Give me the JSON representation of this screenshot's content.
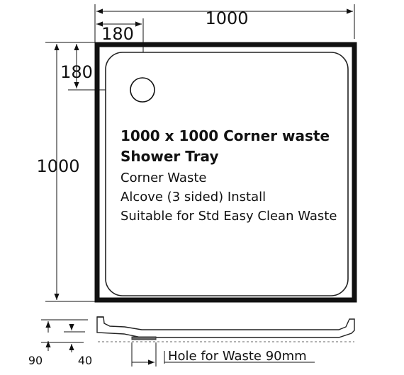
{
  "dimensions": {
    "top_width": "1000",
    "top_offset": "180",
    "left_offset": "180",
    "left_height": "1000",
    "side_depth": "90",
    "side_tray": "40",
    "hole_label": "Hole for Waste 90mm"
  },
  "info": {
    "title_line1": "1000 x 1000 Corner waste",
    "title_line2": "Shower Tray",
    "line1": "Corner Waste",
    "line2": "Alcove (3 sided) Install",
    "line3": "Suitable for Std Easy Clean Waste"
  }
}
